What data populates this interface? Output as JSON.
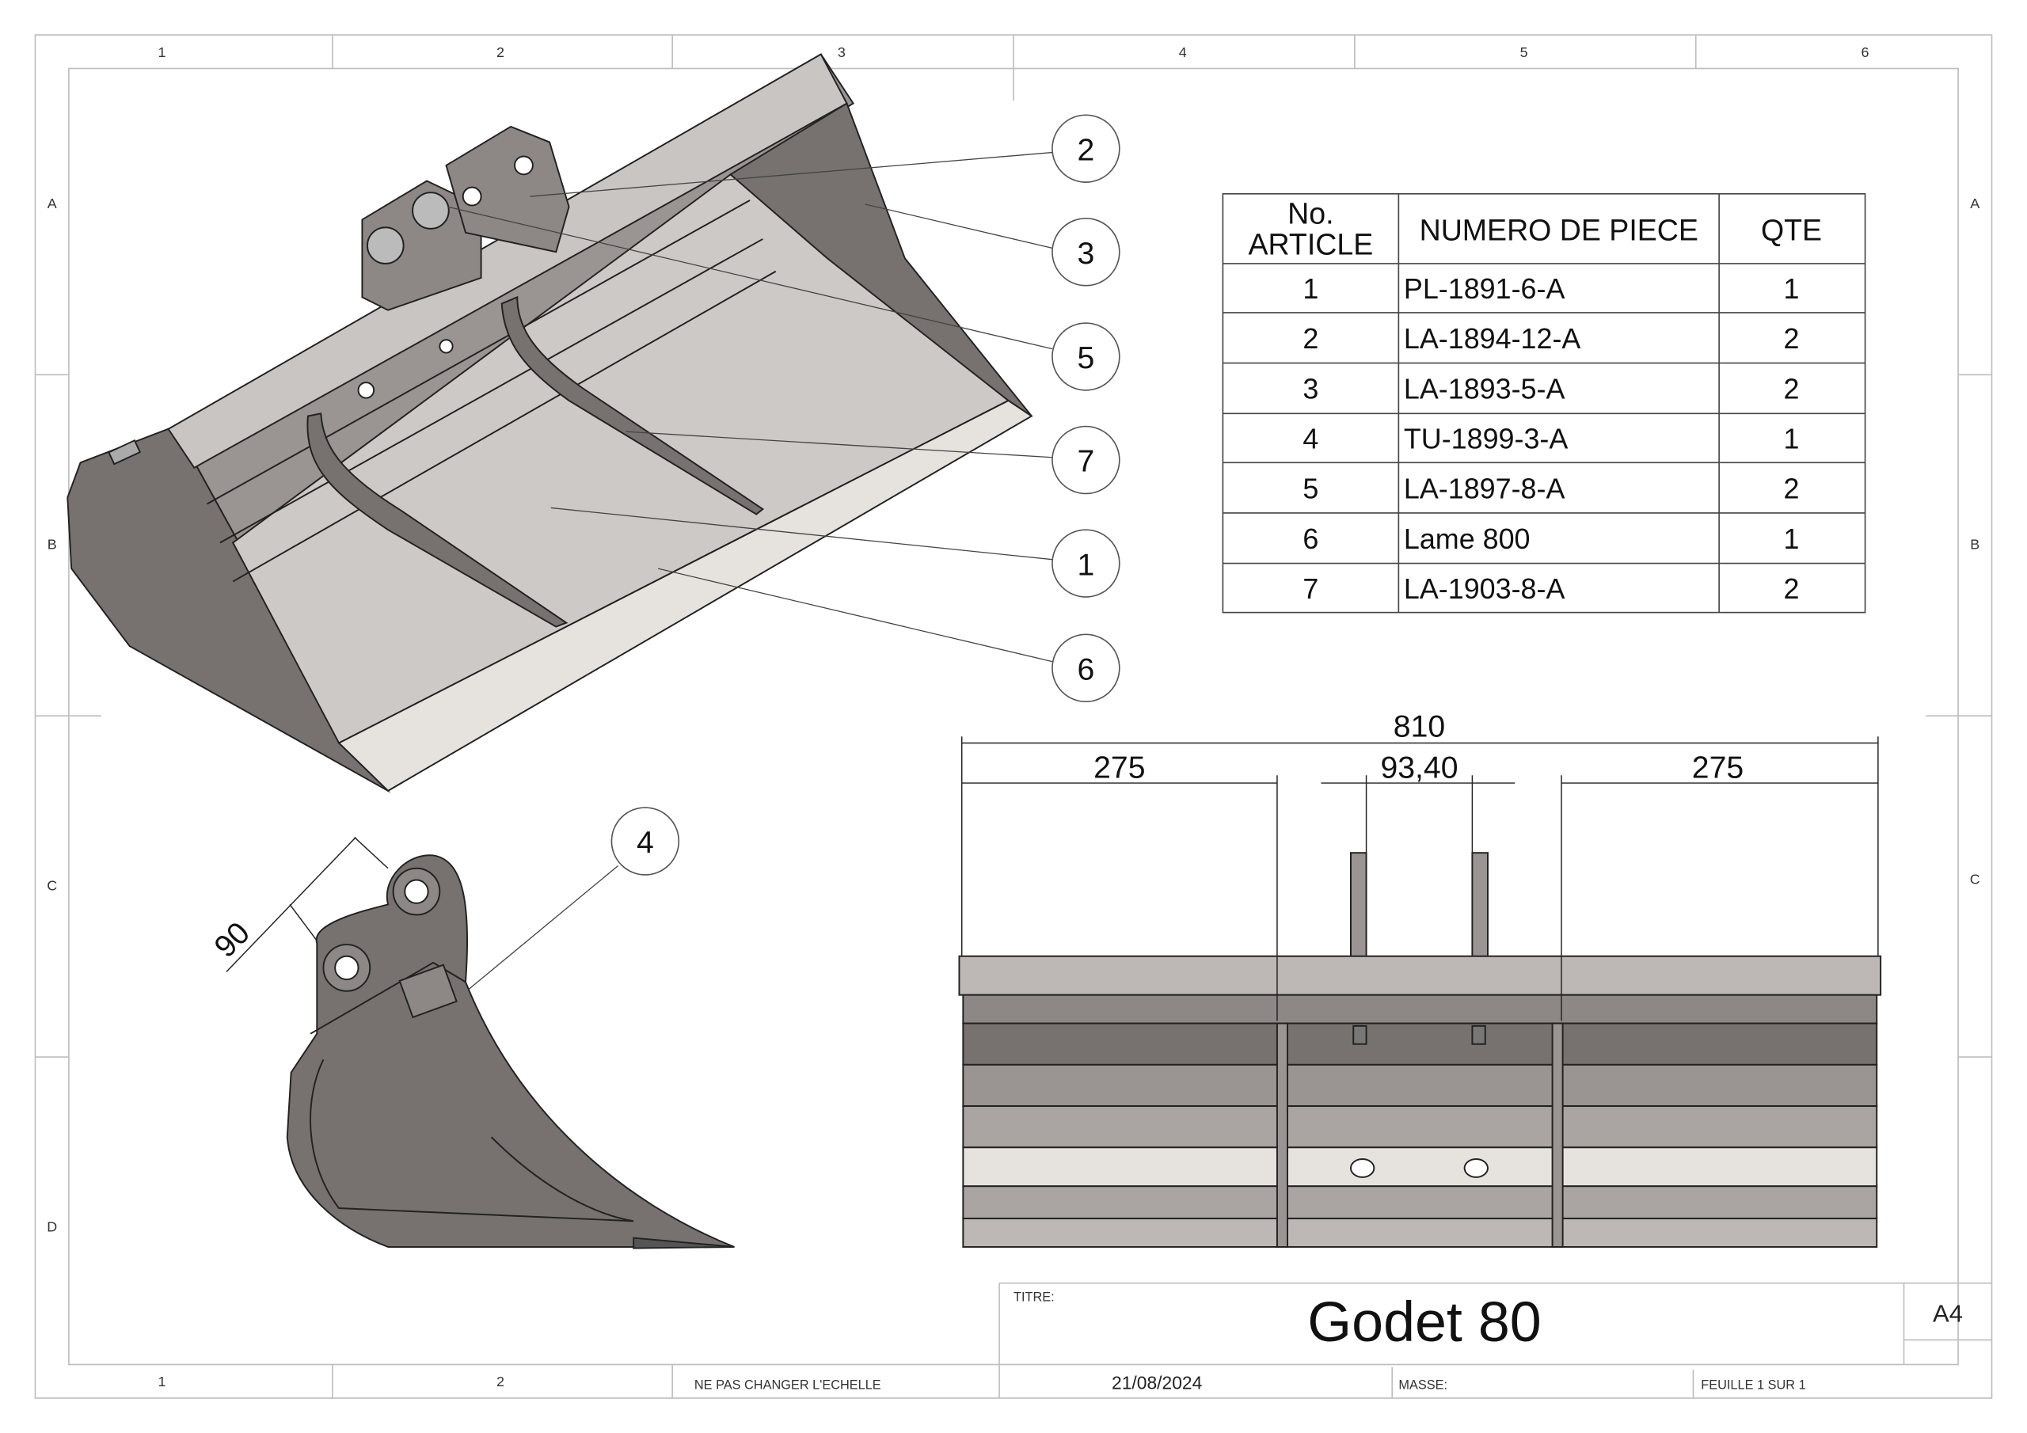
{
  "zones": {
    "columns": [
      "1",
      "2",
      "3",
      "4",
      "5",
      "6"
    ],
    "rows": [
      "A",
      "B",
      "C",
      "D"
    ]
  },
  "bom": {
    "headers": {
      "article_line1": "No.",
      "article_line2": "ARTICLE",
      "part_number": "NUMERO DE PIECE",
      "qty": "QTE"
    },
    "rows": [
      {
        "no": "1",
        "part": "PL-1891-6-A",
        "qty": "1"
      },
      {
        "no": "2",
        "part": "LA-1894-12-A",
        "qty": "2"
      },
      {
        "no": "3",
        "part": "LA-1893-5-A",
        "qty": "2"
      },
      {
        "no": "4",
        "part": "TU-1899-3-A",
        "qty": "1"
      },
      {
        "no": "5",
        "part": "LA-1897-8-A",
        "qty": "2"
      },
      {
        "no": "6",
        "part": "Lame 800",
        "qty": "1"
      },
      {
        "no": "7",
        "part": "LA-1903-8-A",
        "qty": "2"
      }
    ]
  },
  "balloons": [
    "2",
    "3",
    "5",
    "7",
    "1",
    "6",
    "4"
  ],
  "dimensions": {
    "overall": "810",
    "left": "275",
    "center": "93,40",
    "right": "275",
    "side_angle": "90"
  },
  "title_block": {
    "titre_label": "TITRE:",
    "title": "Godet 80",
    "size": "A4",
    "scale_note": "NE PAS CHANGER L'ECHELLE",
    "date": "21/08/2024",
    "masse_label": "MASSE:",
    "sheet": "FEUILLE 1 SUR 1"
  },
  "colors": {
    "dark": "#77726f",
    "mid": "#9a9592",
    "light": "#cdc9c6",
    "blade": "#e6e2de"
  }
}
